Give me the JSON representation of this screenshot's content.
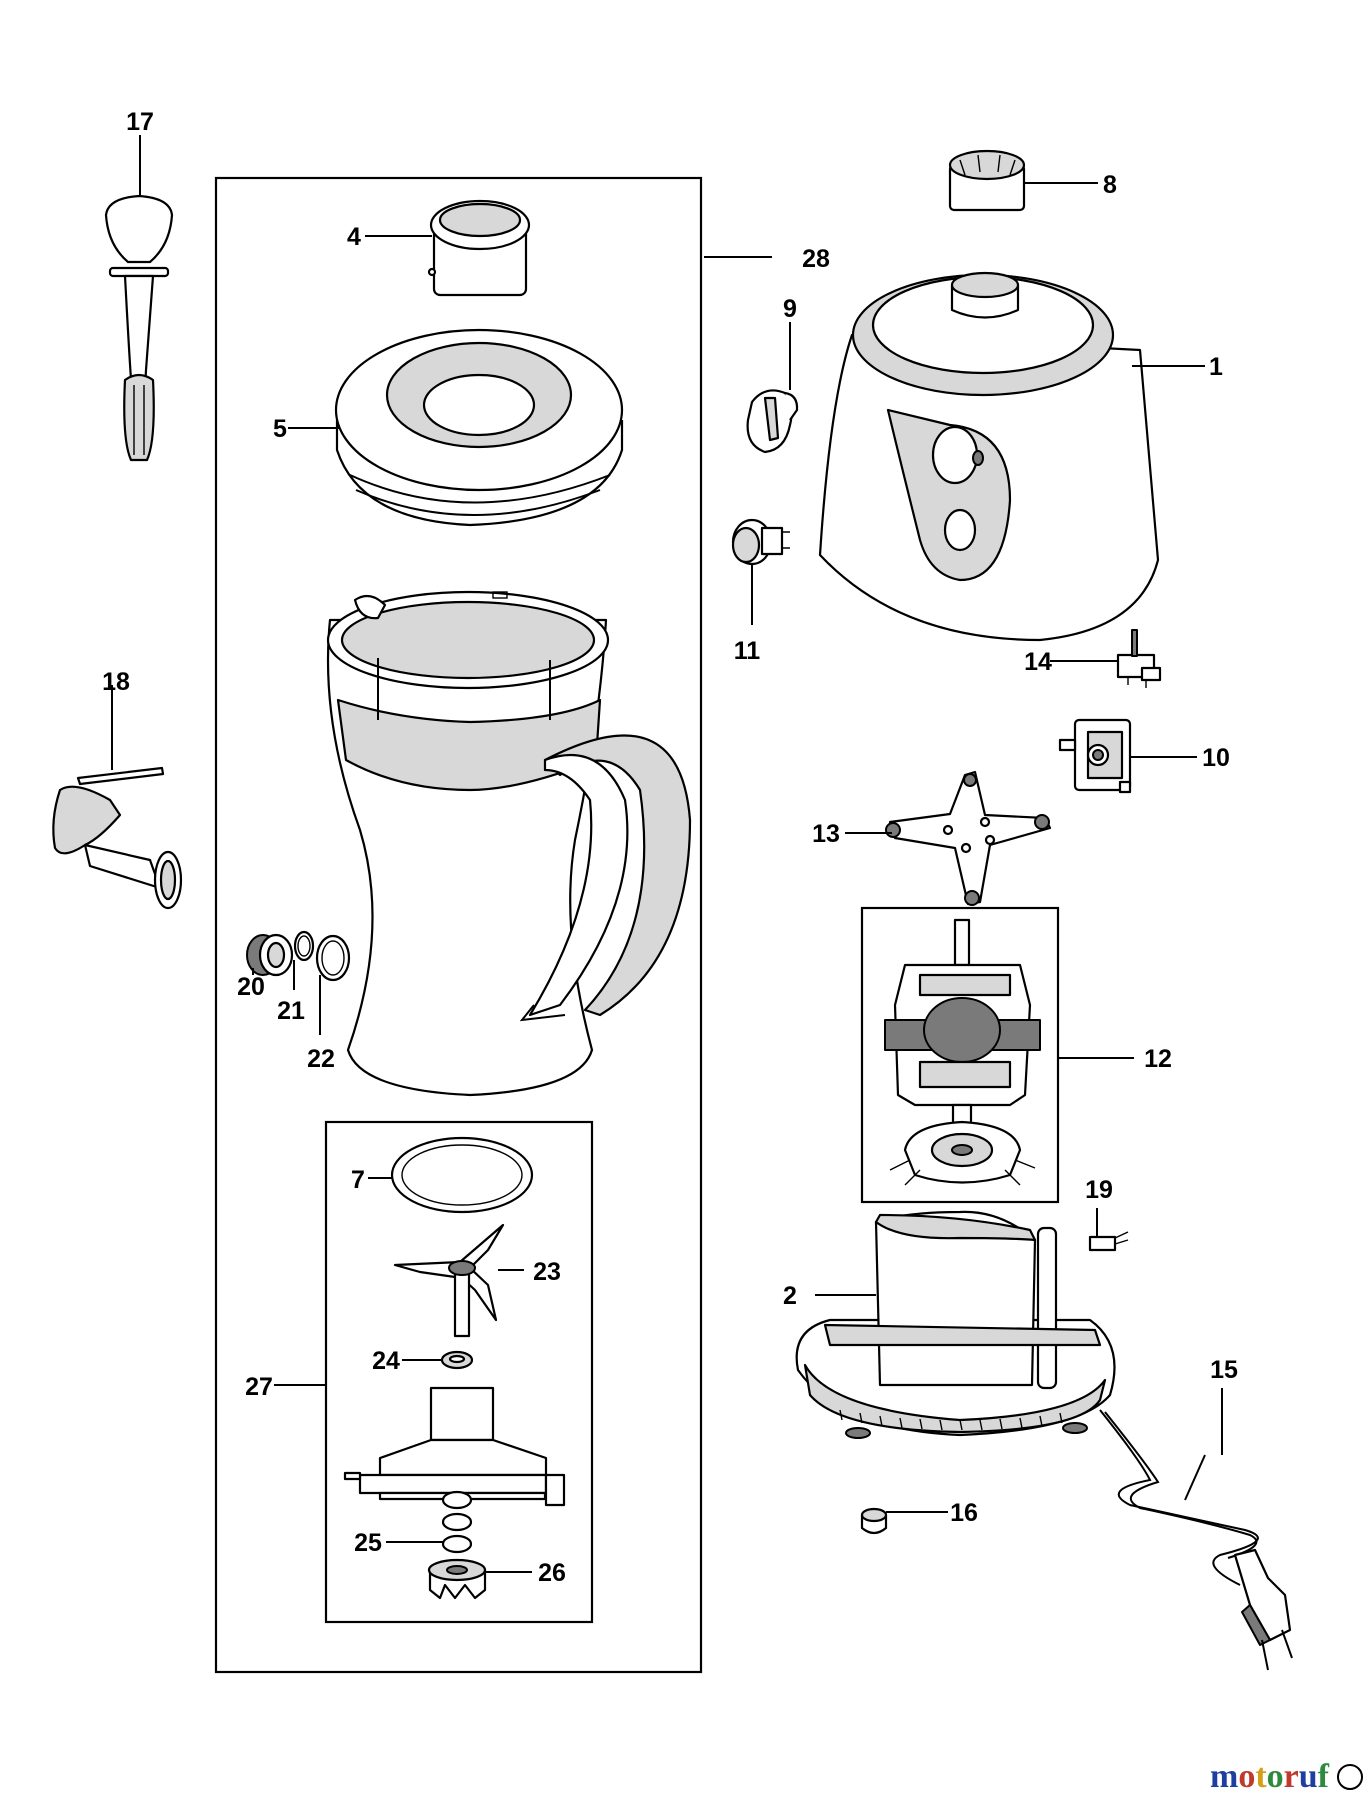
{
  "diagram": {
    "callouts": {
      "c1": "1",
      "c2": "2",
      "c4": "4",
      "c5": "5",
      "c7": "7",
      "c8": "8",
      "c9": "9",
      "c10": "10",
      "c11": "11",
      "c12": "12",
      "c13": "13",
      "c14": "14",
      "c15": "15",
      "c16": "16",
      "c17": "17",
      "c18": "18",
      "c19": "19",
      "c20": "20",
      "c21": "21",
      "c22": "22",
      "c23": "23",
      "c24": "24",
      "c25": "25",
      "c26": "26",
      "c27": "27",
      "c28": "28"
    },
    "watermark": {
      "text": "motoruf",
      "letter_colors": [
        "#1f3fa0",
        "#c0392b",
        "#d4a017",
        "#2e8b3e",
        "#c0392b",
        "#1f3fa0",
        "#2e8b3e"
      ]
    }
  }
}
